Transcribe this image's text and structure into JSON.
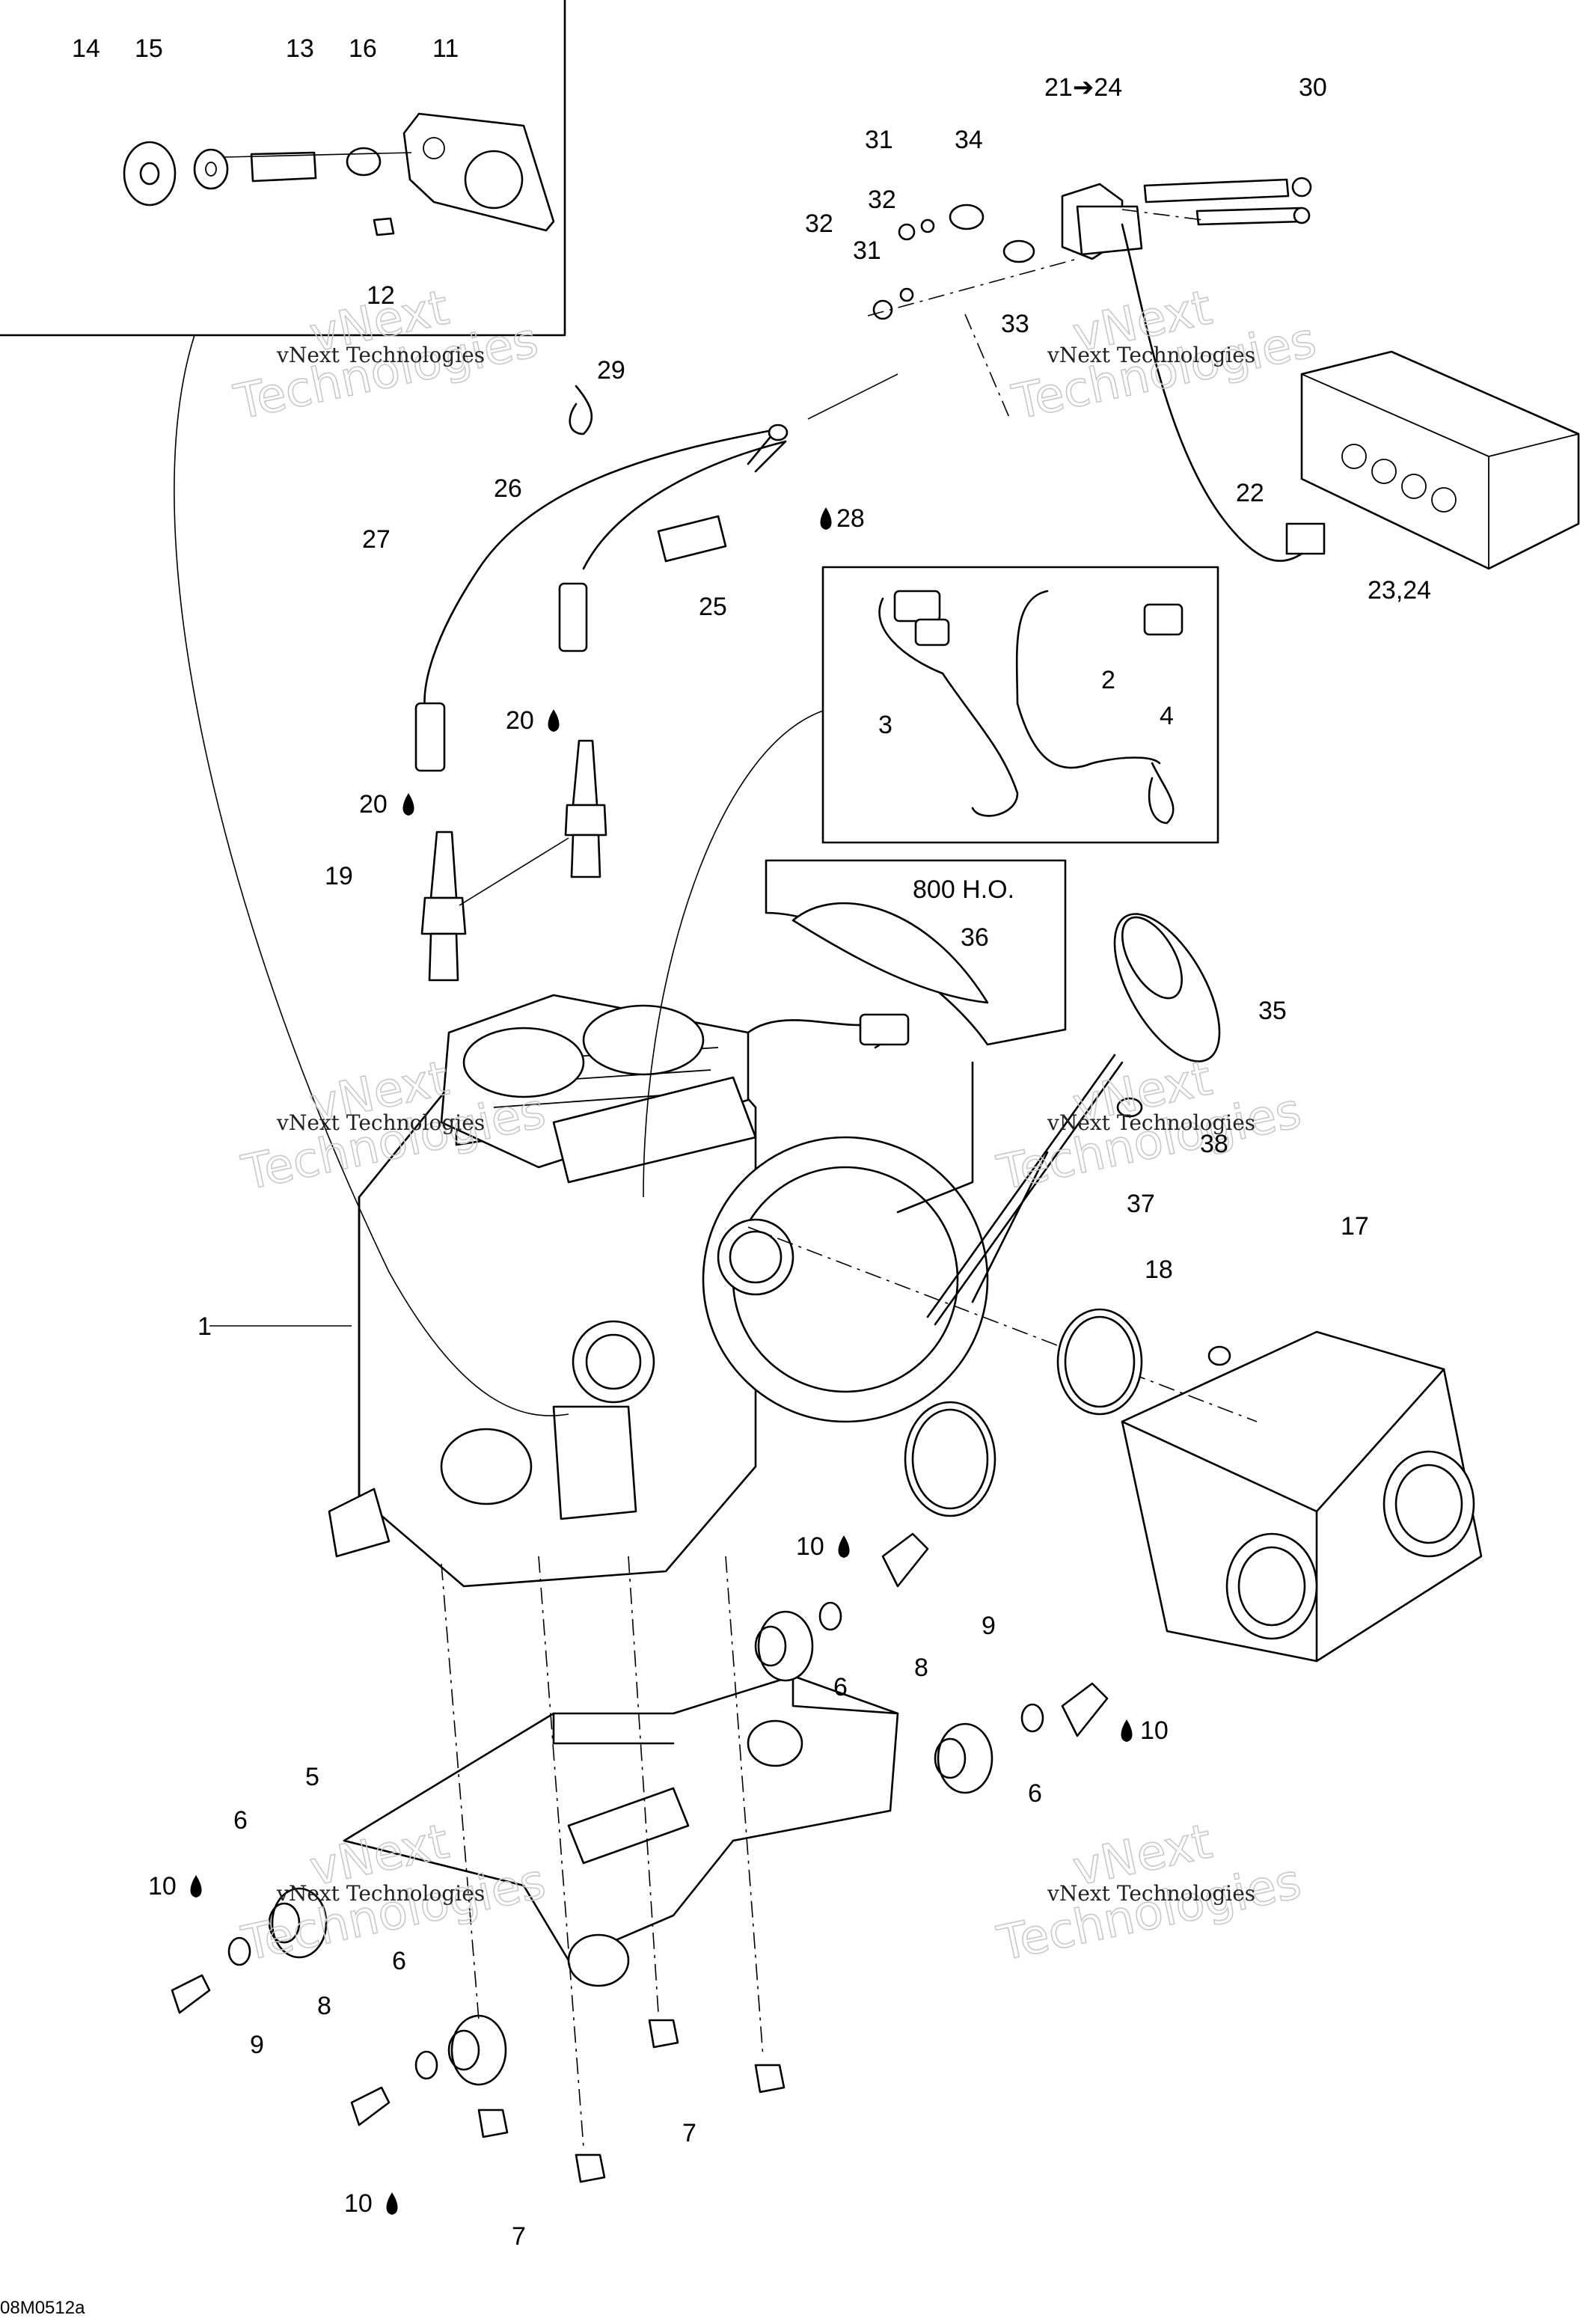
{
  "callouts": [
    {
      "id": "c14",
      "text": "14"
    },
    {
      "id": "c15",
      "text": "15"
    },
    {
      "id": "c13",
      "text": "13"
    },
    {
      "id": "c16",
      "text": "16"
    },
    {
      "id": "c11",
      "text": "11"
    },
    {
      "id": "c12",
      "text": "12"
    },
    {
      "id": "c31a",
      "text": "31"
    },
    {
      "id": "c34",
      "text": "34"
    },
    {
      "id": "c21",
      "text": "21➔24"
    },
    {
      "id": "c30",
      "text": "30"
    },
    {
      "id": "c32a",
      "text": "32"
    },
    {
      "id": "c32b",
      "text": "32"
    },
    {
      "id": "c31b",
      "text": "31"
    },
    {
      "id": "c33",
      "text": "33"
    },
    {
      "id": "c29",
      "text": "29"
    },
    {
      "id": "c26",
      "text": "26"
    },
    {
      "id": "c28",
      "text": "28"
    },
    {
      "id": "c27",
      "text": "27"
    },
    {
      "id": "c25",
      "text": "25"
    },
    {
      "id": "c22",
      "text": "22"
    },
    {
      "id": "c2324",
      "text": "23,24"
    },
    {
      "id": "c2",
      "text": "2"
    },
    {
      "id": "c3",
      "text": "3"
    },
    {
      "id": "c4",
      "text": "4"
    },
    {
      "id": "c20a",
      "text": "20"
    },
    {
      "id": "c20b",
      "text": "20"
    },
    {
      "id": "c19",
      "text": "19"
    },
    {
      "id": "c800",
      "text": "800 H.O."
    },
    {
      "id": "c36",
      "text": "36"
    },
    {
      "id": "c35",
      "text": "35"
    },
    {
      "id": "c38",
      "text": "38"
    },
    {
      "id": "c37",
      "text": "37"
    },
    {
      "id": "c17",
      "text": "17"
    },
    {
      "id": "c18",
      "text": "18"
    },
    {
      "id": "c1",
      "text": "1"
    },
    {
      "id": "c10a",
      "text": "10"
    },
    {
      "id": "c9a",
      "text": "9"
    },
    {
      "id": "c8a",
      "text": "8"
    },
    {
      "id": "c6a",
      "text": "6"
    },
    {
      "id": "c10b",
      "text": "10"
    },
    {
      "id": "c6b",
      "text": "6"
    },
    {
      "id": "c5",
      "text": "5"
    },
    {
      "id": "c6c",
      "text": "6"
    },
    {
      "id": "c10c",
      "text": "10"
    },
    {
      "id": "c6d",
      "text": "6"
    },
    {
      "id": "c8b",
      "text": "8"
    },
    {
      "id": "c9b",
      "text": "9"
    },
    {
      "id": "c7a",
      "text": "7"
    },
    {
      "id": "c10d",
      "text": "10"
    },
    {
      "id": "c7b",
      "text": "7"
    }
  ],
  "watermarks": {
    "brand_line": "vNext Technologies",
    "brand_outline_1": "vNext",
    "brand_outline_2": "Technologies"
  },
  "drawing_reference": "08M0512a"
}
